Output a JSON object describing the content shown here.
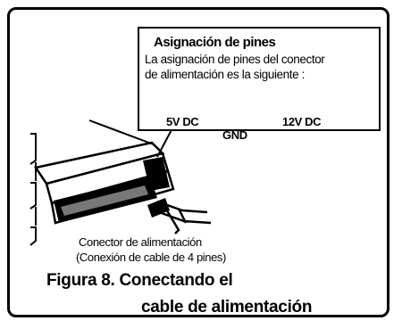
{
  "callout": {
    "title": "Asignación de pines",
    "line1": "La asignación de pines del conector",
    "line2": "de alimentación es la siguiente :",
    "pin_5v": "5V DC",
    "pin_12v": "12V DC",
    "pin_gnd": "GND"
  },
  "connector_caption": {
    "line1": "Conector de alimentación",
    "line2": "(Conexión de cable de 4 pines)"
  },
  "figure_caption": {
    "line1": "Figura 8. Conectando el",
    "line2": "cable de alimentación"
  },
  "colors": {
    "ink": "#000000",
    "paper": "#ffffff",
    "shade": "#888888"
  }
}
